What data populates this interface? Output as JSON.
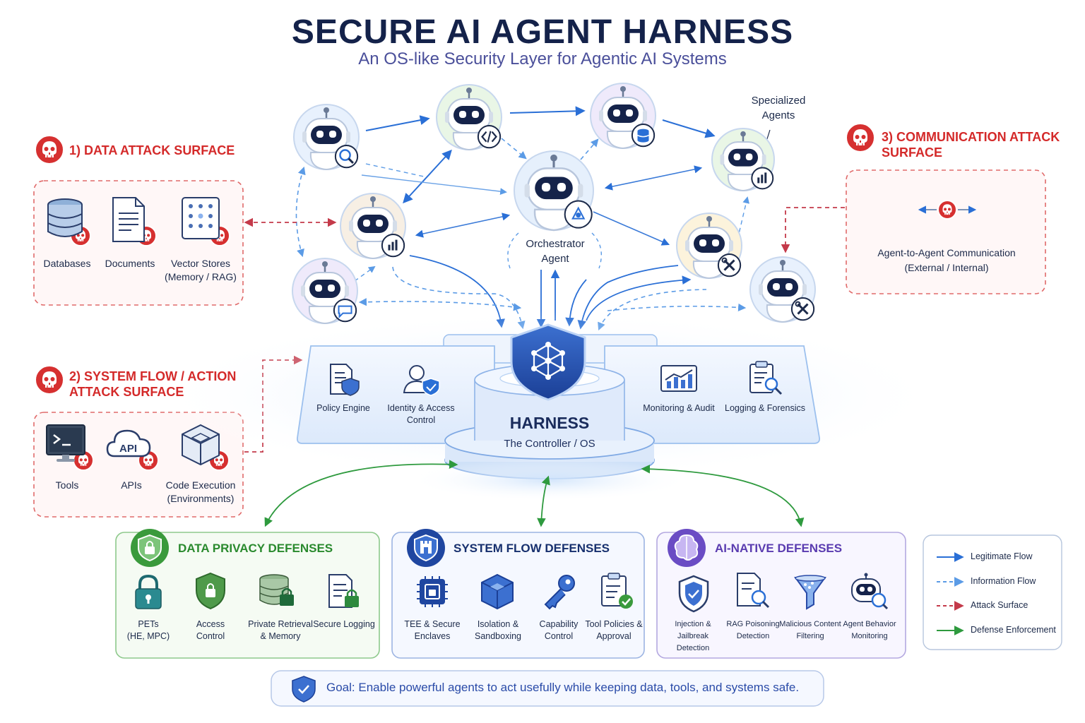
{
  "header": {
    "title": "SECURE AI AGENT HARNESS",
    "subtitle": "An OS-like Security Layer for Agentic AI Systems"
  },
  "agents": {
    "specialized_label": "Specialized\nAgents",
    "orchestrator_label": "Orchestrator\nAgent"
  },
  "attack_surfaces": {
    "data": {
      "title": "1) DATA ATTACK SURFACE",
      "items": [
        "Databases",
        "Documents",
        "Vector Stores\n(Memory / RAG)"
      ]
    },
    "system_flow": {
      "title": "2) SYSTEM FLOW / ACTION\nATTACK SURFACE",
      "items": [
        "Tools",
        "APIs",
        "Code Execution\n(Environments)"
      ]
    },
    "communication": {
      "title": "3) COMMUNICATION ATTACK\nSURFACE",
      "caption": "Agent-to-Agent Communication\n(External / Internal)"
    }
  },
  "harness": {
    "title": "HARNESS",
    "subtitle": "The Controller / OS",
    "left_modules": [
      "Policy Engine",
      "Identity & Access\nControl"
    ],
    "right_modules": [
      "Monitoring & Audit",
      "Logging & Forensics"
    ],
    "api_icon_text": "API"
  },
  "defenses": {
    "data_privacy": {
      "title": "DATA PRIVACY DEFENSES",
      "items": [
        "PETs\n(HE, MPC)",
        "Access\nControl",
        "Private Retrieval\n& Memory",
        "Secure Logging"
      ]
    },
    "system_flow": {
      "title": "SYSTEM FLOW DEFENSES",
      "items": [
        "TEE & Secure\nEnclaves",
        "Isolation &\nSandboxing",
        "Capability\nControl",
        "Tool Policies &\nApproval"
      ]
    },
    "ai_native": {
      "title": "AI-NATIVE DEFENSES",
      "items": [
        "Injection & Jailbreak\nDetection",
        "RAG Poisoning\nDetection",
        "Malicious Content\nFiltering",
        "Agent Behavior\nMonitoring"
      ]
    }
  },
  "legend": {
    "items": [
      "Legitimate Flow",
      "Information Flow",
      "Attack Surface",
      "Defense Enforcement"
    ]
  },
  "goal": {
    "text": "Goal: Enable powerful agents to act usefully while keeping data, tools, and systems safe."
  },
  "colors": {
    "legit": "#2a6fd6",
    "info": "#5b9be6",
    "attack": "#d42a2a",
    "defense": "#2e9a3e",
    "navy": "#14224a"
  }
}
